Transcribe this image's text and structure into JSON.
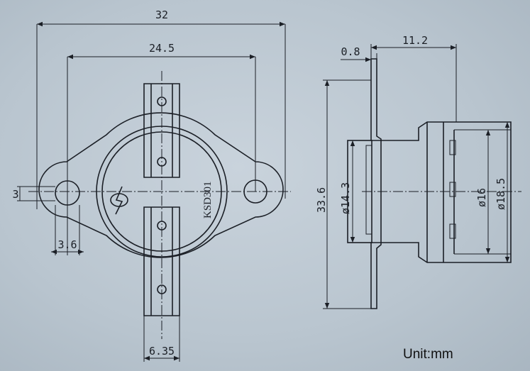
{
  "front_view": {
    "dim_overall_width": "32",
    "dim_hole_spacing": "24.5",
    "dim_hole_height": "3",
    "dim_hole_width": "3.6",
    "dim_terminal_width": "6.35",
    "model_marking": "KSD301"
  },
  "side_view": {
    "dim_flange_thickness": "0.8",
    "dim_body_depth": "11.2",
    "dim_flange_height": "33.6",
    "dim_cap_diameter": "ø14.3",
    "dim_body_diameter": "ø16",
    "dim_outer_diameter": "ø18.5"
  },
  "unit_label": "Unit:mm",
  "icons": [
    "logo-mark"
  ]
}
